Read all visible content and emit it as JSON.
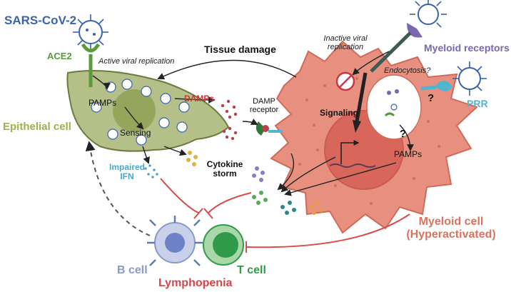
{
  "labels": {
    "sars_cov_2": "SARS-CoV-2",
    "ace2": "ACE2",
    "active_replication": "Active viral replication",
    "tissue_damage": "Tissue damage",
    "inactive_replication_1": "Inactive viral",
    "inactive_replication_2": "replication",
    "myeloid_receptors": "Myeloid receptors",
    "endocytosis": "Endocytosis?",
    "pamps_epithelial": "PAMPs",
    "sensing": "Sensing",
    "damps": "DAMPs",
    "damp_receptor_1": "DAMP",
    "damp_receptor_2": "receptor",
    "signaling": "Signaling",
    "prr": "PRR",
    "question_1": "?",
    "question_2": "?",
    "pamps_myeloid": "PAMPs",
    "epithelial_cell": "Epithelial cell",
    "impaired_ifn_1": "Impaired",
    "impaired_ifn_2": "IFN",
    "cytokine_storm_1": "Cytokine",
    "cytokine_storm_2": "storm",
    "myeloid_cell_1": "Myeloid cell",
    "myeloid_cell_2": "(Hyperactivated)",
    "b_cell": "B cell",
    "t_cell": "T cell",
    "lymphopenia": "Lymphopenia"
  },
  "colors": {
    "sars_blue": "#3a63ad",
    "ace2_green": "#5a9a3c",
    "epithelial_label": "#9fb04a",
    "epithelial_fill": "#b4c087",
    "myeloid_fill": "#e8907f",
    "myeloid_label": "#d9735f",
    "receptor_purple": "#7b67b0",
    "prr_cyan": "#52b5cf",
    "ifn_cyan": "#4aa8c8",
    "damps_red": "#c8383f",
    "inhibition_red": "#d94a4a",
    "b_cell_blue": "#8c98c8",
    "t_cell_green": "#2f9a4a",
    "lymphopenia_red": "#d9444a"
  }
}
